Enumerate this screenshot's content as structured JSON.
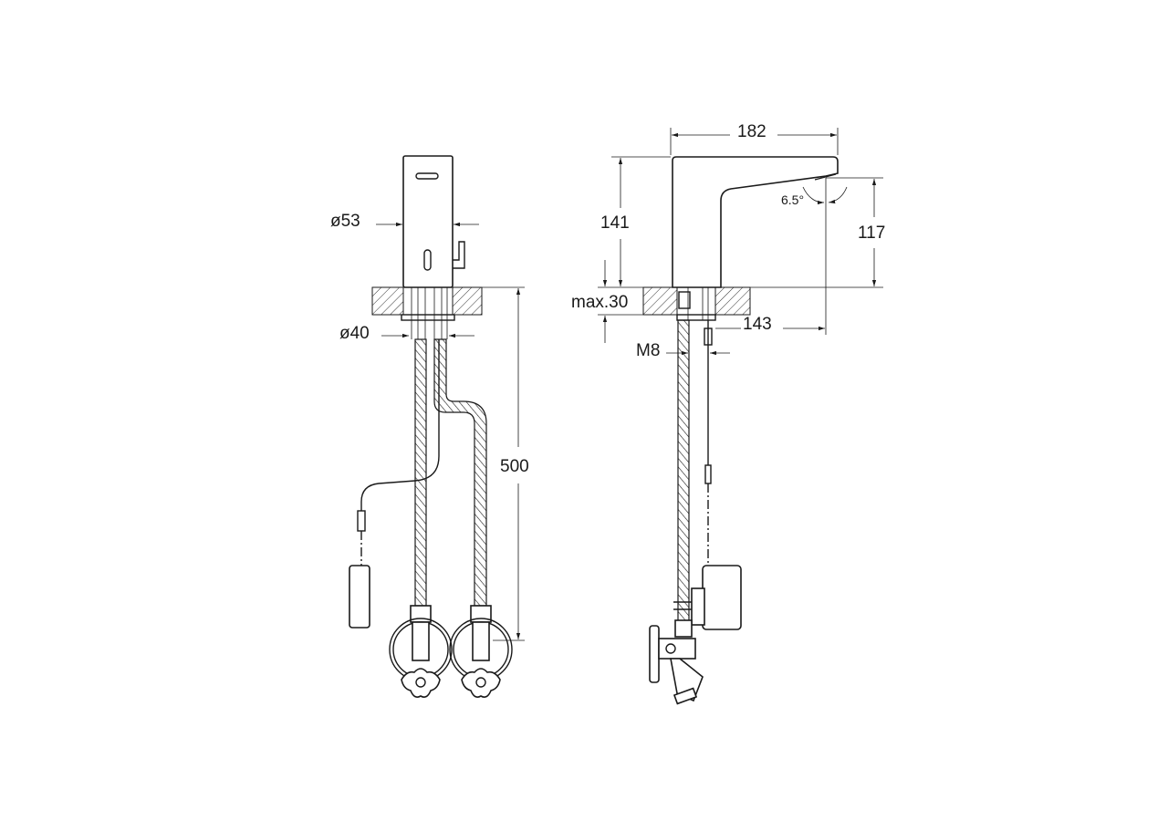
{
  "front_view": {
    "body_diameter": "ø53",
    "shank_diameter": "ø40",
    "hose_length": "500"
  },
  "side_view": {
    "spout_length": "182",
    "total_height": "141",
    "spout_height": "117",
    "spout_angle": "6.5°",
    "max_countertop": "max.30",
    "spout_reach": "143",
    "thread": "M8"
  }
}
